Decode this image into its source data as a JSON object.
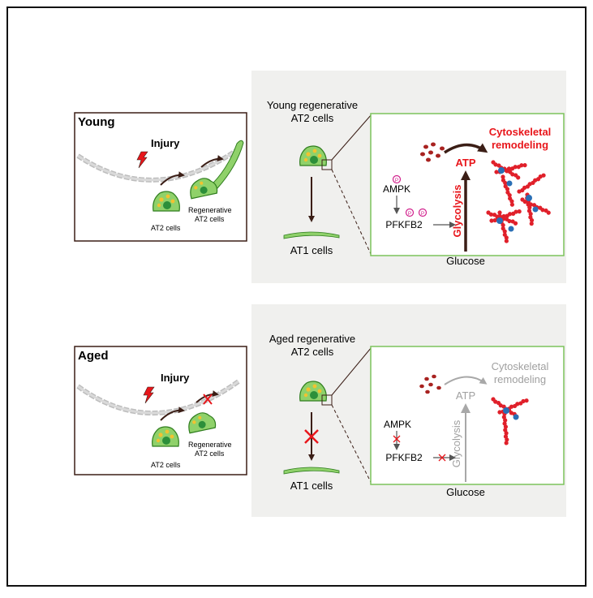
{
  "young": {
    "panel_label": "Young",
    "injury": "Injury",
    "at2_label": "AT2 cells",
    "regen_label_1": "Regenerative",
    "regen_label_2": "AT2 cells",
    "title_1": "Young regenerative",
    "title_2": "AT2 cells",
    "at1_label": "AT1 cells",
    "ampk": "AMPK",
    "pfkfb2": "PFKFB2",
    "glucose": "Glucose",
    "glycolysis": "Glycolysis",
    "atp": "ATP",
    "cyto_1": "Cytoskeletal",
    "cyto_2": "remodeling",
    "phospho": "P"
  },
  "aged": {
    "panel_label": "Aged",
    "injury": "Injury",
    "at2_label": "AT2 cells",
    "regen_label_1": "Regenerative",
    "regen_label_2": "AT2 cells",
    "title_1": "Aged regenerative",
    "title_2": "AT2 cells",
    "at1_label": "AT1 cells",
    "ampk": "AMPK",
    "pfkfb2": "PFKFB2",
    "glucose": "Glucose",
    "glycolysis": "Glycolysis",
    "atp": "ATP",
    "cyto_1": "Cytoskeletal",
    "cyto_2": "remodeling"
  },
  "colors": {
    "cell_green": "#8fd16a",
    "cell_outline": "#2f7d1e",
    "nucleus": "#2c8f3a",
    "granule": "#f2c230",
    "arrow_brown": "#3b1e16",
    "red": "#e8161b",
    "grey_text": "#a0a0a0",
    "panel_grey": "#f0f0ee",
    "box_green": "#7cc35b",
    "actin_red": "#e0202a",
    "actin_blue": "#2a6fb5",
    "dot_red": "#a82220"
  }
}
